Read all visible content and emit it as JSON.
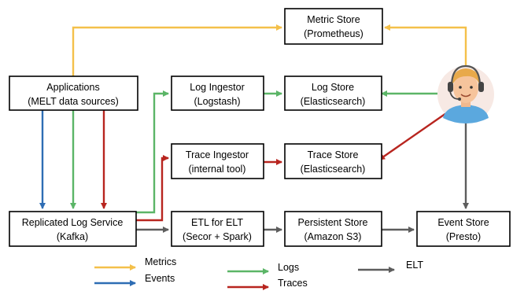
{
  "colors": {
    "metrics": "#f4c04a",
    "events": "#2e6db4",
    "logs": "#5bb567",
    "traces": "#b8251f",
    "elt": "#5d5d5d"
  },
  "nodes": {
    "metric_store": {
      "line1": "Metric Store",
      "line2": "(Prometheus)"
    },
    "applications": {
      "line1": "Applications",
      "line2": "(MELT data sources)"
    },
    "log_ingestor": {
      "line1": "Log Ingestor",
      "line2": "(Logstash)"
    },
    "log_store": {
      "line1": "Log Store",
      "line2": "(Elasticsearch)"
    },
    "trace_ingestor": {
      "line1": "Trace Ingestor",
      "line2": "(internal tool)"
    },
    "trace_store": {
      "line1": "Trace Store",
      "line2": "(Elasticsearch)"
    },
    "replicated_log": {
      "line1": "Replicated Log Service",
      "line2": "(Kafka)"
    },
    "etl": {
      "line1": "ETL for ELT",
      "line2": "(Secor + Spark)"
    },
    "persistent_store": {
      "line1": "Persistent Store",
      "line2": "(Amazon S3)"
    },
    "event_store": {
      "line1": "Event Store",
      "line2": "(Presto)"
    }
  },
  "user_icon": "user-avatar-with-headset-icon",
  "legend": {
    "metrics": "Metrics",
    "events": "Events",
    "logs": "Logs",
    "traces": "Traces",
    "elt": "ELT"
  }
}
